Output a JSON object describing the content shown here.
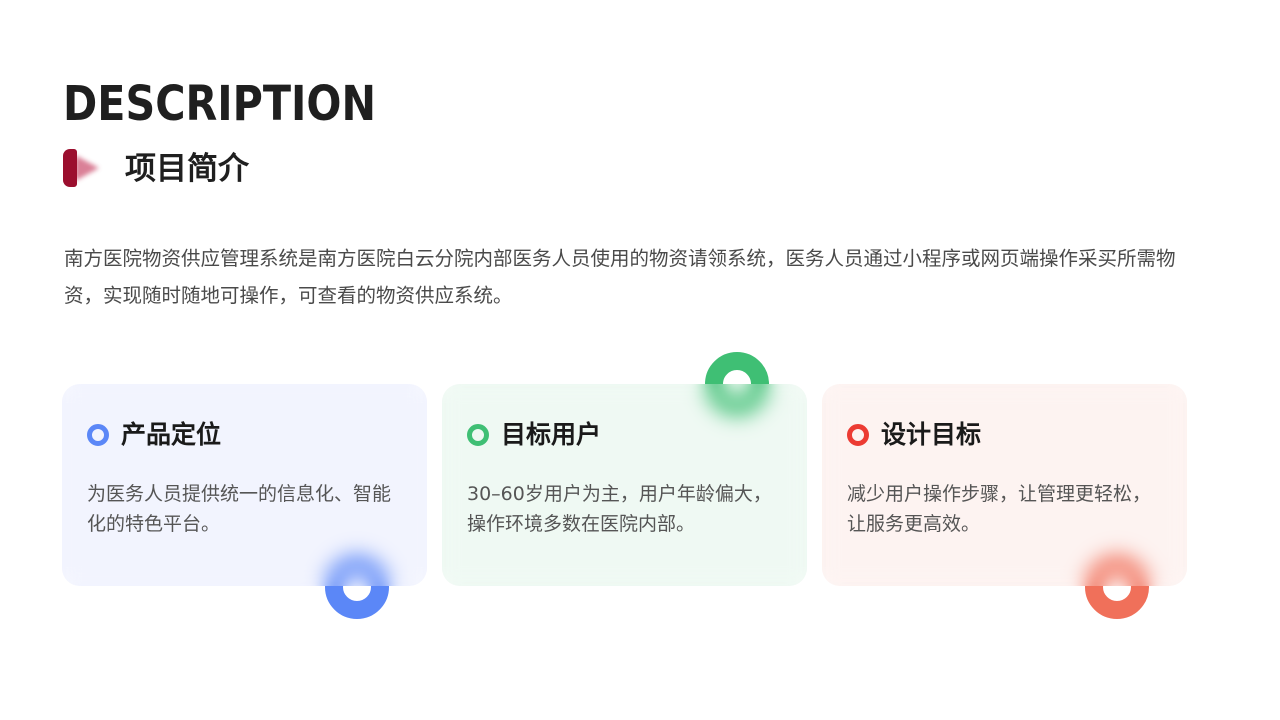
{
  "header": {
    "title_en": "DESCRIPTION",
    "title_cn": "项目简介",
    "icon": "play-marker-icon",
    "accent_color": "#9b0e2e"
  },
  "intro": {
    "text": "南方医院物资供应管理系统是南方医院白云分院内部医务人员使用的物资请领系统，医务人员通过小程序或网页端操作采买所需物资，实现随时随地可操作，可查看的物资供应系统。"
  },
  "cards": [
    {
      "title": "产品定位",
      "body": "为医务人员提供统一的信息化、智能化的特色平台。",
      "color": "#5b87f7",
      "bg": "#f1f3fe",
      "icon": "ring-bullet-icon"
    },
    {
      "title": "目标用户",
      "body": "30–60岁用户为主，用户年龄偏大，操作环境多数在医院内部。",
      "color": "#3fbf74",
      "bg": "#eef8f2",
      "icon": "ring-bullet-icon"
    },
    {
      "title": "设计目标",
      "body": "减少用户操作步骤，让管理更轻松，让服务更高效。",
      "color": "#f0705a",
      "bullet_color": "#ec3b33",
      "bg": "#fdf2f0",
      "icon": "ring-bullet-icon"
    }
  ]
}
